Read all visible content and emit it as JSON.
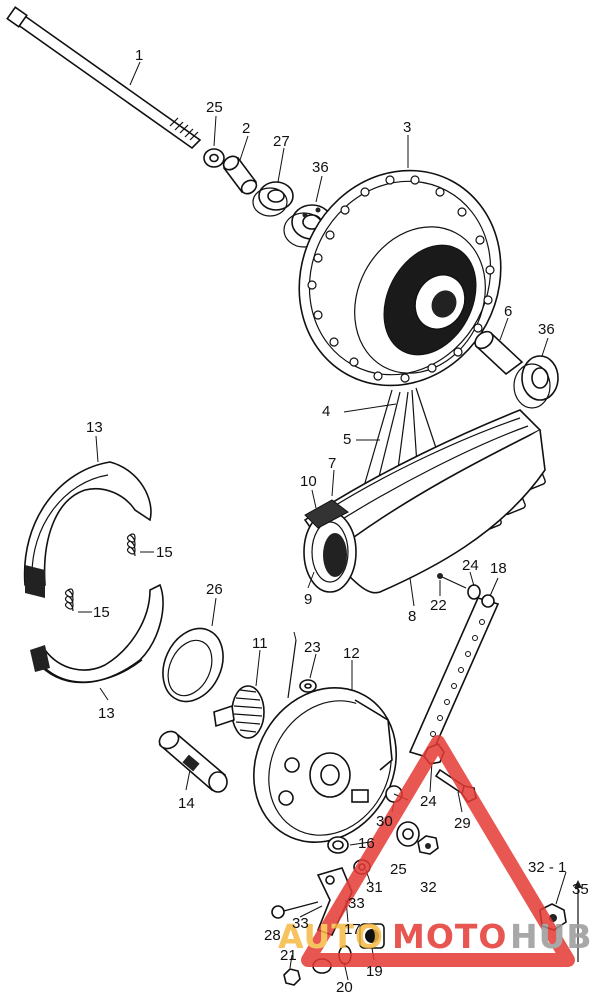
{
  "labels": {
    "p1": "1",
    "p2": "2",
    "p3": "3",
    "p4": "4",
    "p5": "5",
    "p6": "6",
    "p7": "7",
    "p8": "8",
    "p9": "9",
    "p10": "10",
    "p11": "11",
    "p12": "12",
    "p13a": "13",
    "p13b": "13",
    "p14": "14",
    "p15a": "15",
    "p15b": "15",
    "p16": "16",
    "p17": "17",
    "p18": "18",
    "p19": "19",
    "p20": "20",
    "p21": "21",
    "p22": "22",
    "p23": "23",
    "p24a": "24",
    "p24b": "24",
    "p25a": "25",
    "p25b": "25",
    "p26": "26",
    "p27": "27",
    "p28": "28",
    "p29": "29",
    "p30": "30",
    "p31": "31",
    "p32a": "32",
    "p32b": "32 - 1",
    "p33a": "33",
    "p33b": "33",
    "p35": "35",
    "p36a": "36",
    "p36b": "36"
  },
  "watermark": {
    "part1": "AUTO",
    "part2": "MOTO",
    "part3": "HUB",
    "color_red": "#e53935",
    "color_orange": "#f5b942",
    "color_gray": "#9a9a9a"
  }
}
